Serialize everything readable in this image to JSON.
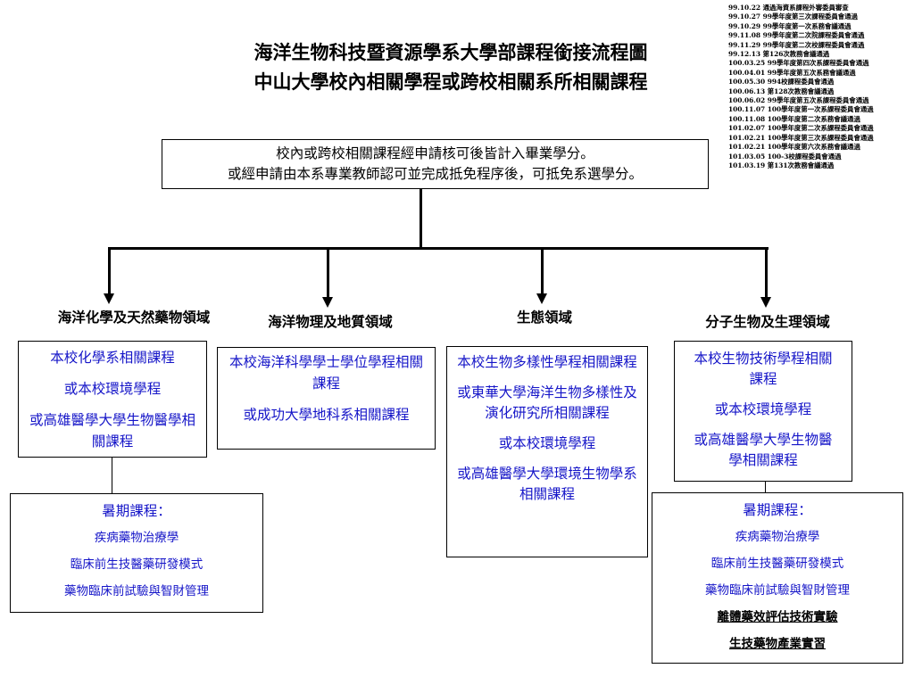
{
  "title": {
    "line1": "海洋生物科技暨資源學系大學部課程銜接流程圖",
    "line2": "中山大學校內相關學程或跨校相關系所相關課程"
  },
  "history": [
    "99.10.22  通過海資系課程外審委員審查",
    "99.10.27  99學年度第三次課程委員會通過",
    "99.10.29  99學年度第一次系務會議通過",
    "99.11.08  99學年度第二次院課程委員會通過",
    "99.11.29  99學年度第二次校課程委員會通過",
    "99.12.13  第126次教務會議通過",
    "100.03.25  99學年度第四次系課程委員會通過",
    "100.04.01  99學年度第五次系務會議通過",
    "100.05.30  994校課程委員會通過",
    "100.06.13 第128次教務會議通過",
    "100.06.02 99學年度第五次系課程委員會通過",
    "100.11.07 100學年度第一次系課程委員會通過",
    "100.11.08 100學年度第二次系務會議通過",
    "101.02.07 100學年度第二次系課程委員會通過",
    "101.02.21 100學年度第三次系課程委員會通過",
    "101.02.21 100學年度第六次系務會議通過",
    "101.03.05 100-3校課程委員會通過",
    "101.03.19 第131次教務會議通過"
  ],
  "intro": {
    "line1": "校內或跨校相關課程經申請核可後皆計入畢業學分。",
    "line2": "或經申請由本系專業教師認可並完成抵免程序後，可抵免系選學分。"
  },
  "domains": {
    "chem": "海洋化學及天然藥物領域",
    "phys": "海洋物理及地質領域",
    "eco": "生態領域",
    "mol": "分子生物及生理領域"
  },
  "boxes": {
    "chem": [
      "本校化學系相關課程",
      "或本校環境學程",
      "或高雄醫學大學生物醫學相關課程"
    ],
    "phys": [
      "本校海洋科學學士學位學程相關課程",
      "或成功大學地科系相關課程"
    ],
    "eco": [
      "本校生物多樣性學程相關課程",
      "或東華大學海洋生物多樣性及演化研究所相關課程",
      "或本校環境學程",
      "或高雄醫學大學環境生物學系相關課程"
    ],
    "mol": [
      "本校生物技術學程相關課程",
      "或本校環境學程",
      "或高雄醫學大學生物醫學相關課程"
    ]
  },
  "summer_left": {
    "heading": "暑期課程：",
    "items": [
      "疾病藥物治療學",
      "臨床前生技醫藥研發模式",
      "藥物臨床前試驗與智財管理"
    ]
  },
  "summer_right": {
    "heading": "暑期課程：",
    "items": [
      "疾病藥物治療學",
      "臨床前生技醫藥研發模式",
      "藥物臨床前試驗與智財管理"
    ],
    "underlined": [
      "離體藥效評估技術實驗",
      "生技藥物產業實習"
    ]
  }
}
